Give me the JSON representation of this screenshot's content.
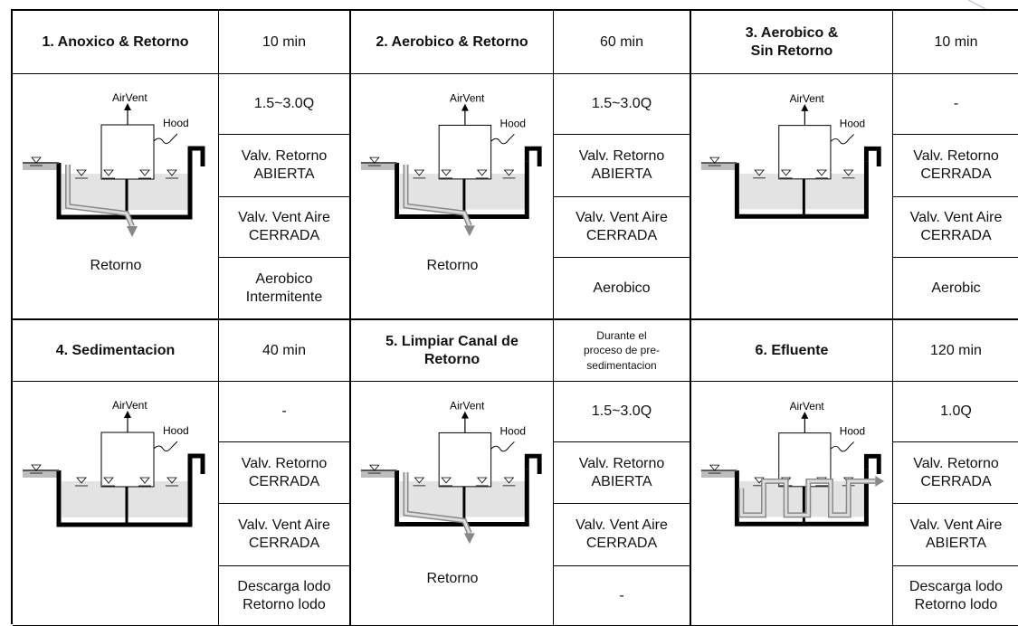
{
  "stages": [
    {
      "title": "1. Anoxico & Retorno",
      "time": "10 min",
      "flow": "1.5~3.0Q",
      "valve_return": "Valv. Retorno\nABIERTA",
      "valve_air": "Valv. Vent Aire\nCERRADA",
      "mode": "Aerobico\nIntermitente",
      "airvent": "AirVent",
      "hood": "Hood",
      "retorno": "Retorno"
    },
    {
      "title": "2. Aerobico & Retorno",
      "time": "60 min",
      "flow": "1.5~3.0Q",
      "valve_return": "Valv. Retorno\nABIERTA",
      "valve_air": "Valv. Vent Aire\nCERRADA",
      "mode": "Aerobico",
      "airvent": "AirVent",
      "hood": "Hood",
      "retorno": "Retorno"
    },
    {
      "title": "3. Aerobico &\nSin Retorno",
      "time": "10 min",
      "flow": "-",
      "valve_return": "Valv. Retorno\nCERRADA",
      "valve_air": "Valv. Vent Aire\nCERRADA",
      "mode": "Aerobic",
      "airvent": "AirVent",
      "hood": "Hood"
    },
    {
      "title": "4. Sedimentacion",
      "time": "40 min",
      "flow": "-",
      "valve_return": "Valv. Retorno\nCERRADA",
      "valve_air": "Valv. Vent Aire\nCERRADA",
      "mode": "Descarga lodo\nRetorno lodo",
      "airvent": "AirVent",
      "hood": "Hood"
    },
    {
      "title": "5. Limpiar Canal de\nRetorno",
      "time": "Durante el\nproceso de pre-\nsedimentacion",
      "flow": "1.5~3.0Q",
      "valve_return": "Valv. Retorno\nABIERTA",
      "valve_air": "Valv. Vent Aire\nCERRADA",
      "mode": "-",
      "airvent": "AirVent",
      "hood": "Hood",
      "retorno": "Retorno"
    },
    {
      "title": "6. Efluente",
      "time": "120 min",
      "flow": "1.0Q",
      "valve_return": "Valv. Retorno\nCERRADA",
      "valve_air": "Valv. Vent Aire\nABIERTA",
      "mode": "Descarga lodo\nRetorno lodo",
      "airvent": "AirVent",
      "hood": "Hood"
    }
  ]
}
